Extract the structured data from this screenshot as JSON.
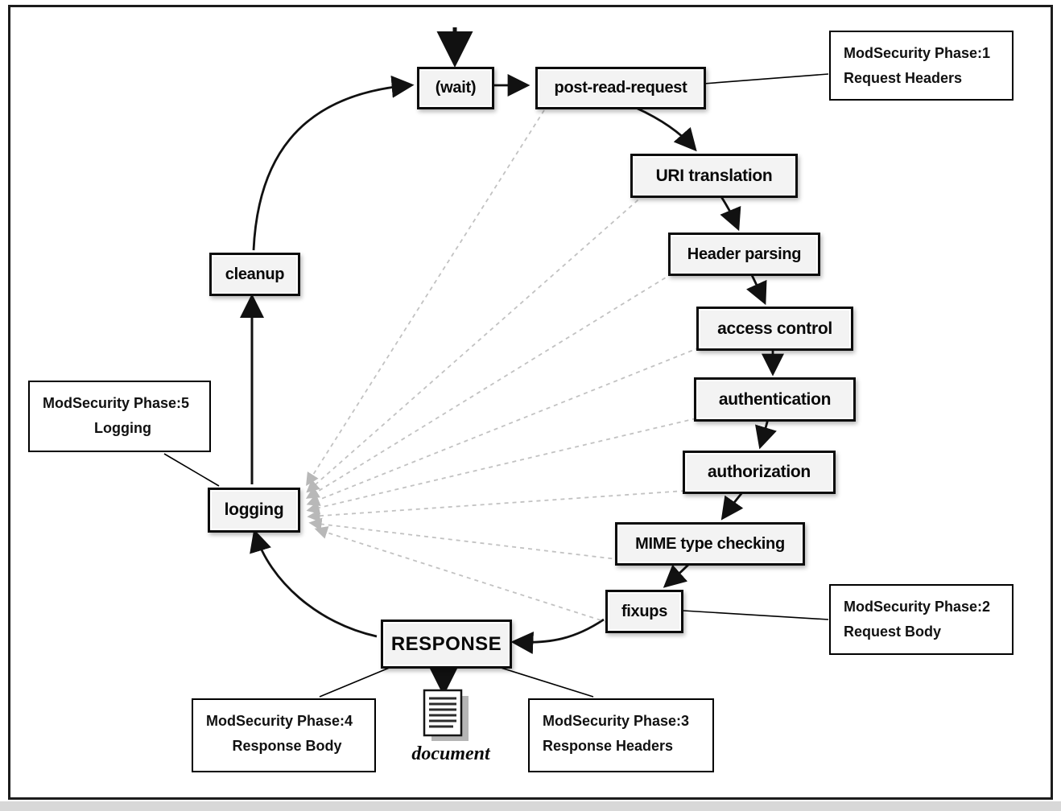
{
  "nodes": {
    "wait": "(wait)",
    "post_read_request": "post-read-request",
    "uri_translation": "URI translation",
    "header_parsing": "Header parsing",
    "access_control": "access control",
    "authentication": "authentication",
    "authorization": "authorization",
    "mime_type_checking": "MIME type checking",
    "fixups": "fixups",
    "response": "RESPONSE",
    "logging": "logging",
    "cleanup": "cleanup"
  },
  "annotations": {
    "phase1": {
      "line1": "ModSecurity Phase:1",
      "line2": "Request Headers"
    },
    "phase2": {
      "line1": "ModSecurity Phase:2",
      "line2": "Request Body"
    },
    "phase3": {
      "line1": "ModSecurity Phase:3",
      "line2": "Response Headers"
    },
    "phase4": {
      "line1": "ModSecurity Phase:4",
      "line2": "Response Body"
    },
    "phase5": {
      "line1": "ModSecurity Phase:5",
      "line2": "Logging"
    }
  },
  "document_label": "document",
  "colors": {
    "node_border": "#0c0c0c",
    "node_fill": "#f3f3f3",
    "flow_arrow": "#111111",
    "dashed_arrow": "#c2c2c2"
  }
}
